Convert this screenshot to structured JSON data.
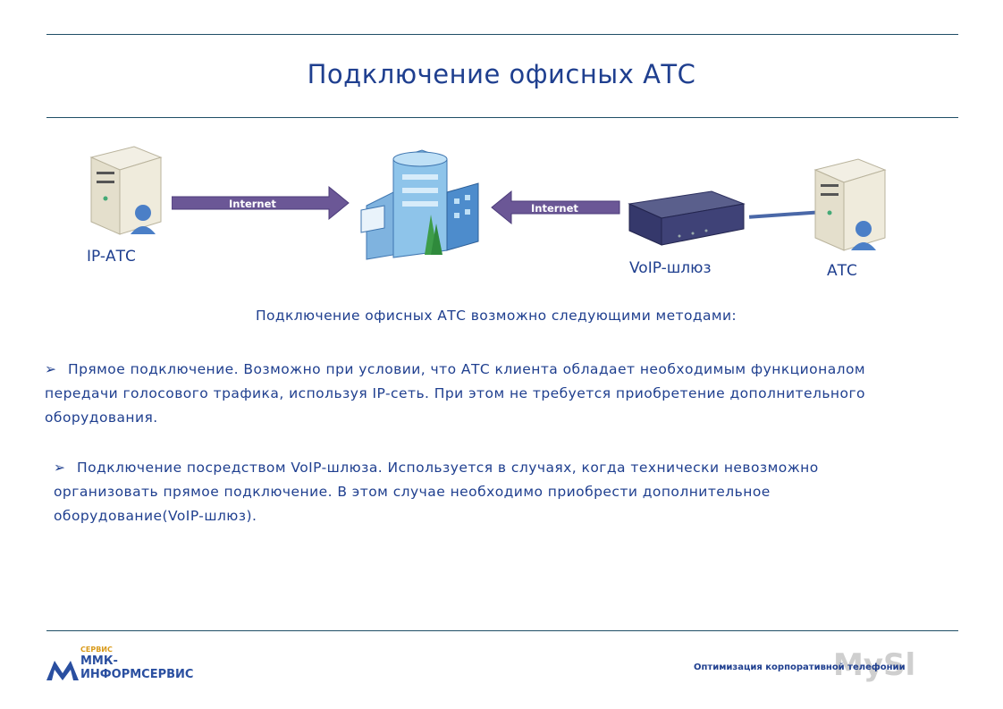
{
  "slide": {
    "title": "Подключение офисных АТС",
    "intro": "Подключение офисных АТС возможно следующими методами:",
    "paragraph_1": "Прямое подключение. Возможно при условии, что АТС клиента обладает необходимым функционалом передачи голосового трафика, используя IP-сеть. При этом не требуется приобретение дополнительного оборудования.",
    "paragraph_2": "Подключение посредством VoIP-шлюза. Используется в случаях, когда технически невозможно организовать прямое подключение. В этом случае необходимо приобрести дополнительное оборудование(VoIP-шлюз)."
  },
  "diagram": {
    "label_ip_ats": "IP-АТС",
    "label_voip_gateway": "VoIP-шлюз",
    "label_ats": "АТС",
    "arrow_left_text": "Internet",
    "arrow_right_text": "Internet"
  },
  "footer": {
    "text": "Оптимизация корпоративной телефонии",
    "logo_small": "СЕРВИС",
    "logo_line1": "ММК-",
    "logo_line2": "ИНФОРМСЕРВИС",
    "watermark": "MySl"
  },
  "colors": {
    "text": "#1f3f8f",
    "arrow": "#6b5796",
    "rule": "#1f4e66"
  }
}
